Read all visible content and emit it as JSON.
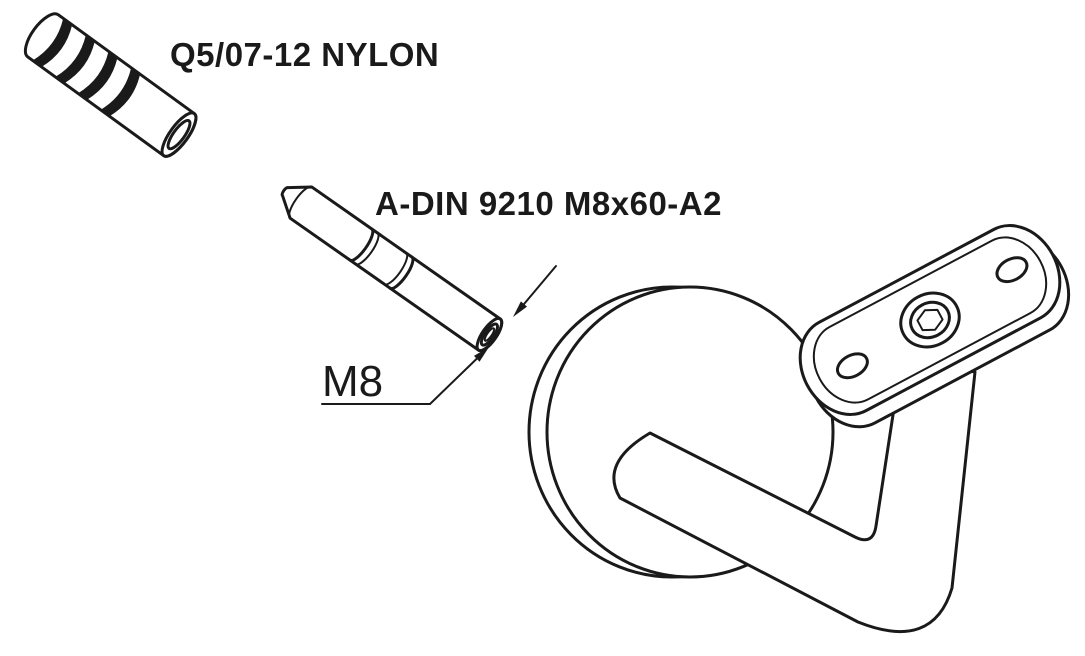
{
  "page": {
    "background": "#ffffff",
    "line_color": "#1a1a1a"
  },
  "labels": {
    "anchor": "Q5/07-12 NYLON",
    "stud": "A-DIN 9210 M8x60-A2",
    "dimension": "M8"
  },
  "drawing": {
    "components": [
      "nylon-wall-plug",
      "threaded-stud",
      "m8-diameter-dimension",
      "handrail-bracket-with-wall-flange"
    ]
  }
}
